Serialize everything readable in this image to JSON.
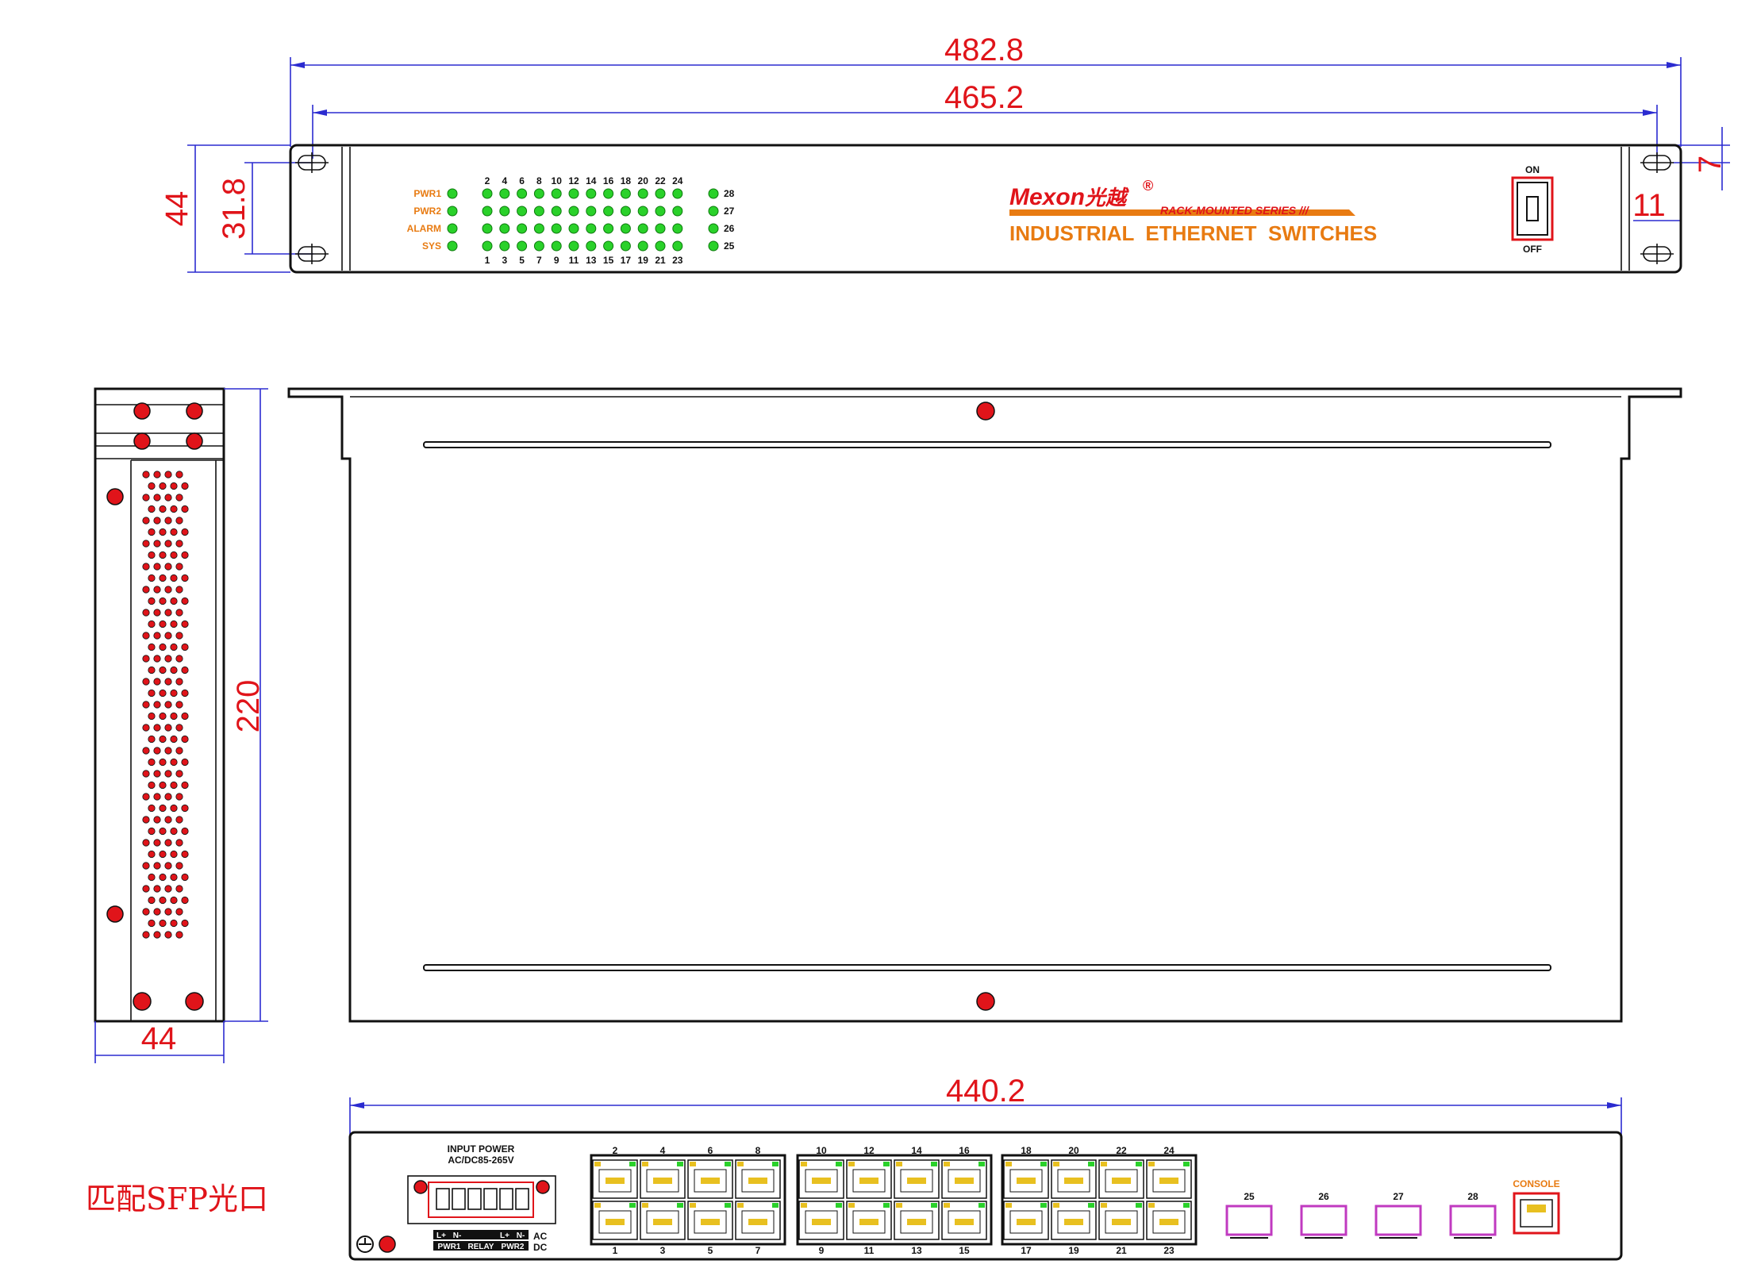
{
  "dimensions": {
    "overall_width": "482.8",
    "panel_width": "465.2",
    "height": "44",
    "hole_spacing": "31.8",
    "hole_offset_y": "7",
    "hole_offset_x": "11",
    "depth": "220",
    "side_width": "44",
    "rear_width": "440.2"
  },
  "front_panel": {
    "status_leds": [
      "PWR1",
      "PWR2",
      "ALARM",
      "SYS"
    ],
    "ports_top": [
      "2",
      "4",
      "6",
      "8",
      "10",
      "12",
      "14",
      "16",
      "18",
      "20",
      "22",
      "24"
    ],
    "ports_bottom": [
      "1",
      "3",
      "5",
      "7",
      "9",
      "11",
      "13",
      "15",
      "17",
      "19",
      "21",
      "23"
    ],
    "sfp_leds": [
      "28",
      "27",
      "26",
      "25"
    ],
    "brand": "Mexon",
    "brand_cn": "光越",
    "registered": "®",
    "series": "RACK-MOUNTED SERIES ///",
    "product_line": "INDUSTRIAL  ETHERNET  SWITCHES",
    "switch_on": "ON",
    "switch_off": "OFF"
  },
  "rear_panel": {
    "input_power_title": "INPUT POWER",
    "input_power_range": "AC/DC85-265V",
    "terminal_labels_top": [
      "L+",
      "N-",
      "",
      "",
      "L+",
      "N-"
    ],
    "terminal_labels_bottom": [
      "PWR1",
      "RELAY",
      "PWR2"
    ],
    "ac_label": "AC",
    "dc_label": "DC",
    "rj45_top": [
      "2",
      "4",
      "6",
      "8",
      "10",
      "12",
      "14",
      "16",
      "18",
      "20",
      "22",
      "24"
    ],
    "rj45_bottom": [
      "1",
      "3",
      "5",
      "7",
      "9",
      "11",
      "13",
      "15",
      "17",
      "19",
      "21",
      "23"
    ],
    "sfp_ports": [
      "25",
      "26",
      "27",
      "28"
    ],
    "console_label": "CONSOLE"
  },
  "note": "匹配SFP光口",
  "colors": {
    "dimension_text": "#e0141a",
    "dimension_line": "#2b2bd0",
    "label_orange": "#e87b12",
    "led_green": "#2ad12a",
    "sfp_magenta": "#c03ac0"
  }
}
